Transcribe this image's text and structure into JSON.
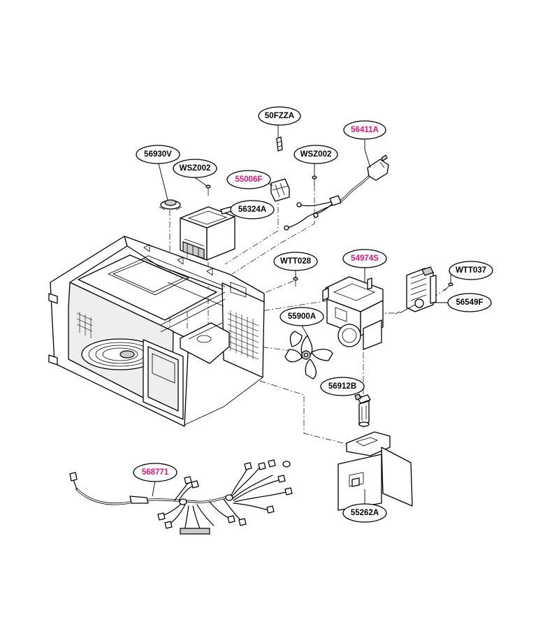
{
  "callouts": [
    {
      "id": "50FZZA",
      "label": "50FZZA",
      "color": "#000000"
    },
    {
      "id": "56411A",
      "label": "56411A",
      "color": "#e0157a"
    },
    {
      "id": "56930V",
      "label": "56930V",
      "color": "#000000"
    },
    {
      "id": "WSZ002_left",
      "label": "WSZ002",
      "color": "#000000"
    },
    {
      "id": "WSZ002_right",
      "label": "WSZ002",
      "color": "#000000"
    },
    {
      "id": "55006F",
      "label": "55006F",
      "color": "#e0157a"
    },
    {
      "id": "56324A",
      "label": "56324A",
      "color": "#000000"
    },
    {
      "id": "WTT028",
      "label": "WTT028",
      "color": "#000000"
    },
    {
      "id": "54974S",
      "label": "54974S",
      "color": "#e0157a"
    },
    {
      "id": "WTT037",
      "label": "WTT037",
      "color": "#000000"
    },
    {
      "id": "56549F",
      "label": "56549F",
      "color": "#000000"
    },
    {
      "id": "55900A",
      "label": "55900A",
      "color": "#000000"
    },
    {
      "id": "56912B",
      "label": "56912B",
      "color": "#000000"
    },
    {
      "id": "568771",
      "label": "568771",
      "color": "#e0157a"
    },
    {
      "id": "55262A",
      "label": "55262A",
      "color": "#000000"
    }
  ]
}
